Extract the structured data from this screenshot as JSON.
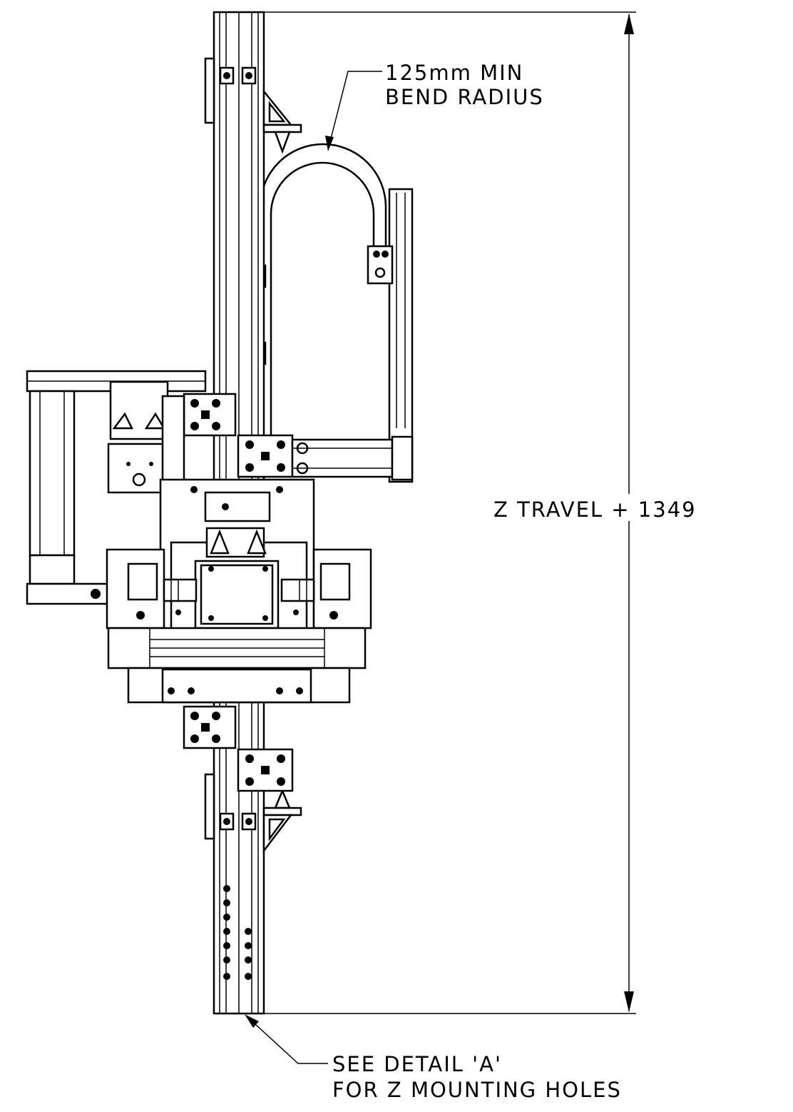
{
  "annotations": {
    "bend_radius_line1": "125mm MIN",
    "bend_radius_line2": "BEND RADIUS",
    "z_travel": "Z TRAVEL + 1349",
    "see_detail_line1": "SEE DETAIL 'A'",
    "see_detail_line2": "FOR Z MOUNTING HOLES"
  }
}
